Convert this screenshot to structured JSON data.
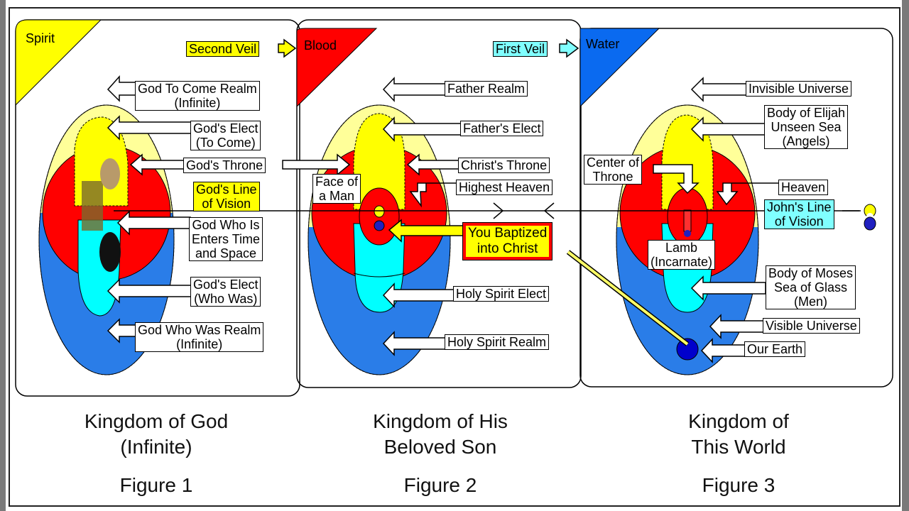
{
  "colors": {
    "spirit": "#ffff00",
    "blood": "#ff0000",
    "water": "#0a6af0",
    "pale_yellow": "#ffff99",
    "cyan": "#00ffff",
    "blue": "#2a7de8",
    "earth": "#0000cc"
  },
  "figure1": {
    "corner_label": "Spirit",
    "veil_label": "Second Veil",
    "labels": {
      "realm_to_come": "God To Come Realm\n(Infinite)",
      "elect_to_come": "God's Elect\n(To Come)",
      "throne": "God's Throne",
      "line_of_vision": "God's Line\nof Vision",
      "who_is": "God Who Is\nEnters Time\nand Space",
      "elect_who_was": "God's Elect\n(Who Was)",
      "realm_who_was": "God Who Was Realm\n(Infinite)"
    },
    "caption": "Kingdom of God\n(Infinite)",
    "figure_label": "Figure 1"
  },
  "figure2": {
    "corner_label": "Blood",
    "veil_label": "First Veil",
    "labels": {
      "father_realm": "Father Realm",
      "father_elect": "Father's Elect",
      "christ_throne": "Christ's Throne",
      "face_of_man": "Face of\na Man",
      "highest_heaven": "Highest Heaven",
      "baptized": "You Baptized\ninto Christ",
      "spirit_elect": "Holy Spirit Elect",
      "spirit_realm": "Holy Spirit Realm"
    },
    "caption": "Kingdom of His\nBeloved Son",
    "figure_label": "Figure 2"
  },
  "figure3": {
    "corner_label": "Water",
    "labels": {
      "invisible_universe": "Invisible Universe",
      "elijah": "Body of Elijah\nUnseen Sea\n(Angels)",
      "center_throne": "Center of\nThrone",
      "heaven": "Heaven",
      "john_line": "John's Line\nof Vision",
      "lamb": "Lamb\n(Incarnate)",
      "moses": "Body of Moses\nSea of Glass\n(Men)",
      "visible_universe": "Visible Universe",
      "our_earth": "Our Earth"
    },
    "caption": "Kingdom of\nThis World",
    "figure_label": "Figure 3"
  }
}
